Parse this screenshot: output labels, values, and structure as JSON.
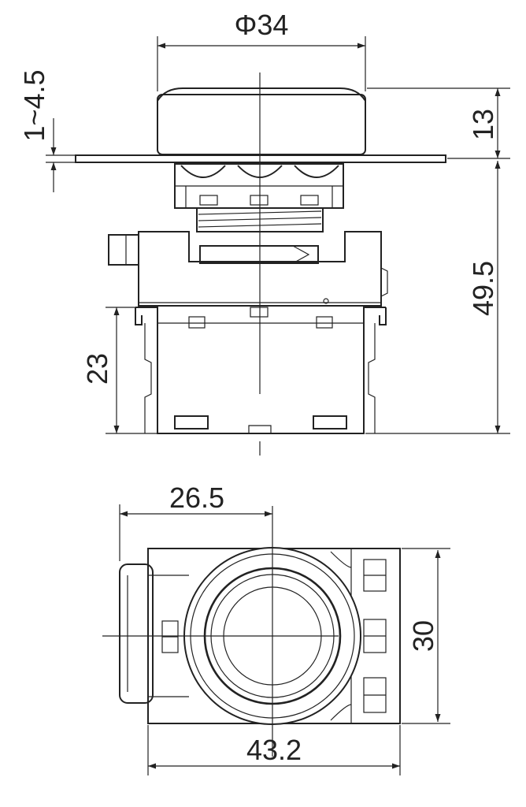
{
  "dimensions": {
    "diameter": "Φ34",
    "panel_thickness": "1~4.5",
    "head_height": "13",
    "body_depth": "49.5",
    "contact_block_height": "23",
    "center_offset": "26.5",
    "width": "30",
    "length": "43.2"
  }
}
